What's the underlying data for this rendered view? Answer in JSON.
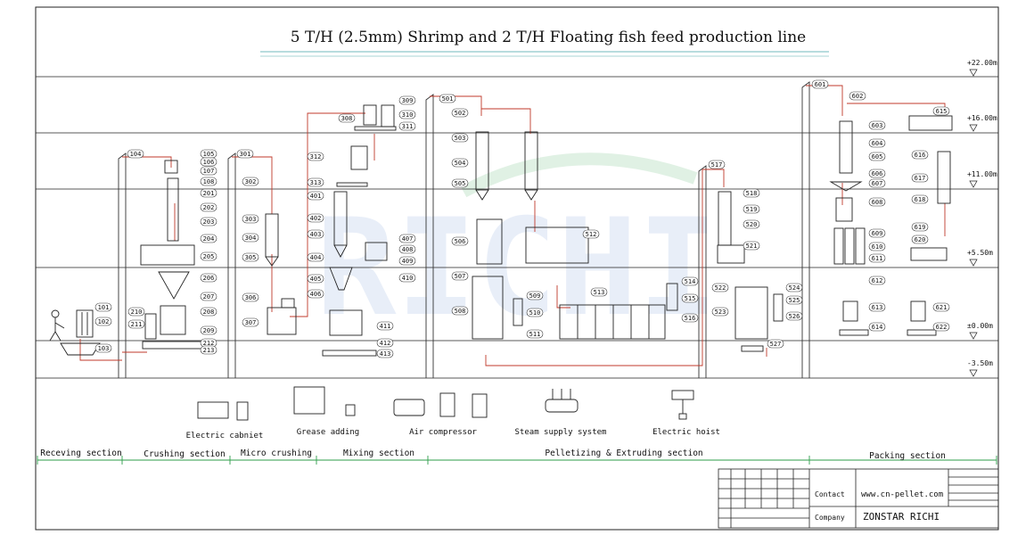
{
  "title": "5 T/H (2.5mm) Shrimp and 2 T/H Floating fish feed production line",
  "watermark": "RICHI",
  "colors": {
    "pipe": "#c0392b",
    "line": "#222222",
    "watermark": "#7fa3d8",
    "accent": "#2e9e4a"
  },
  "levels": [
    "+22.00m",
    "+16.00m",
    "+11.00m",
    "+5.50m",
    "±0.00m",
    "-3.50m"
  ],
  "tags": {
    "t101": "101",
    "t102": "102",
    "t103": "103",
    "t104": "104",
    "t105": "105",
    "t106": "106",
    "t107": "107",
    "t108": "108",
    "t201": "201",
    "t202": "202",
    "t203": "203",
    "t204": "204",
    "t205": "205",
    "t206": "206",
    "t207": "207",
    "t208": "208",
    "t209": "209",
    "t210": "210",
    "t211": "211",
    "t212": "212",
    "t213": "213",
    "t301": "301",
    "t302": "302",
    "t303": "303",
    "t304": "304",
    "t305": "305",
    "t306": "306",
    "t307": "307",
    "t308": "308",
    "t309": "309",
    "t310": "310",
    "t311": "311",
    "t312": "312",
    "t313": "313",
    "t401": "401",
    "t402": "402",
    "t403": "403",
    "t404": "404",
    "t405": "405",
    "t406": "406",
    "t407": "407",
    "t408": "408",
    "t409": "409",
    "t410": "410",
    "t411": "411",
    "t412": "412",
    "t413": "413",
    "t501": "501",
    "t502": "502",
    "t503": "503",
    "t504": "504",
    "t505": "505",
    "t506": "506",
    "t507": "507",
    "t508": "508",
    "t509": "509",
    "t510": "510",
    "t511": "511",
    "t512": "512",
    "t513": "513",
    "t514": "514",
    "t515": "515",
    "t516": "516",
    "t517": "517",
    "t518": "518",
    "t519": "519",
    "t520": "520",
    "t521": "521",
    "t522": "522",
    "t523": "523",
    "t524": "524",
    "t525": "525",
    "t526": "526",
    "t527": "527",
    "t601": "601",
    "t602": "602",
    "t603": "603",
    "t604": "604",
    "t605": "605",
    "t606": "606",
    "t607": "607",
    "t608": "608",
    "t609": "609",
    "t610": "610",
    "t611": "611",
    "t612": "612",
    "t613": "613",
    "t614": "614",
    "t615": "615",
    "t616": "616",
    "t617": "617",
    "t618": "618",
    "t619": "619",
    "t620": "620",
    "t621": "621",
    "t622": "622"
  },
  "legend": {
    "electric_cabinet": "Electric cabniet",
    "grease_adding": "Grease adding",
    "air_compressor": "Air compressor",
    "steam_supply": "Steam supply system",
    "electric_hoist": "Electric hoist"
  },
  "sections": {
    "receiving": "Receving section",
    "crushing": "Crushing section",
    "micro": "Micro crushing",
    "mixing": "Mixing section",
    "pelletizing": "Pelletizing & Extruding section",
    "packing": "Packing section"
  },
  "title_block": {
    "contact_label": "Contact",
    "contact_value": "www.cn-pellet.com",
    "company_label": "Company",
    "company_value": "ZONSTAR RICHI"
  }
}
